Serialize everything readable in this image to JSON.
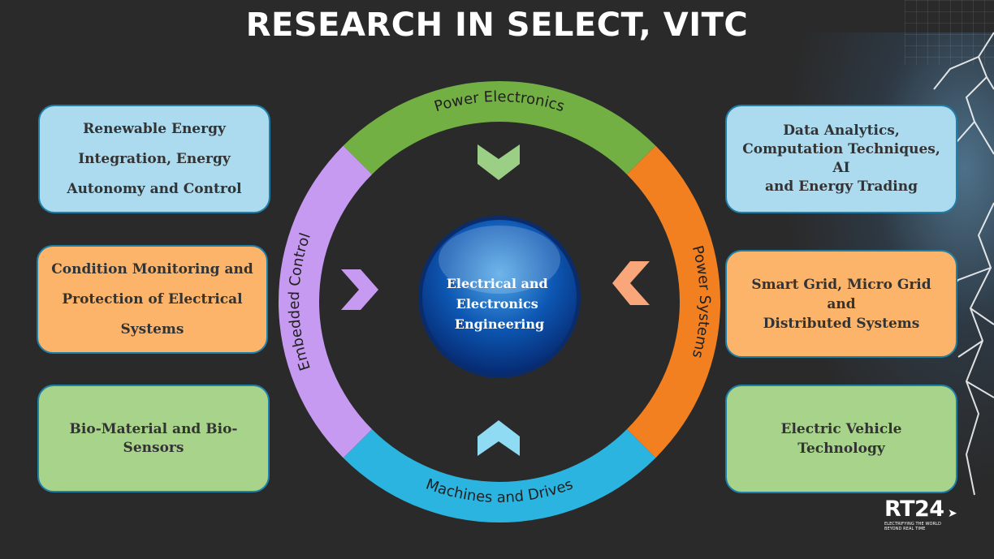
{
  "title": "RESEARCH IN SELECT, VITC",
  "center": [
    "Electrical and",
    "Electronics",
    "Engineering"
  ],
  "ring_segments": {
    "top": "Power Electronics",
    "right": "Power Systems",
    "bottom": "Machines and Drives",
    "left": "Embedded Control"
  },
  "colors": {
    "ring_top": "#72b043",
    "ring_right": "#f28021",
    "ring_bottom": "#2bb4e0",
    "ring_left": "#c79af1",
    "box_blue": "#acdaee",
    "box_orange": "#fbb46a",
    "box_green": "#a7d48a"
  },
  "left_boxes": [
    {
      "lines": [
        "Renewable Energy",
        "Integration, Energy",
        "Autonomy and Control"
      ],
      "color": "blue"
    },
    {
      "lines": [
        "Condition Monitoring and",
        "Protection of Electrical",
        "Systems"
      ],
      "color": "orange"
    },
    {
      "lines": [
        "Bio-Material and Bio-",
        "Sensors"
      ],
      "color": "green"
    }
  ],
  "right_boxes": [
    {
      "lines": [
        "Data Analytics,",
        "Computation Techniques, AI",
        "and Energy Trading"
      ],
      "color": "blue"
    },
    {
      "lines": [
        "Smart Grid, Micro Grid and",
        "Distributed Systems"
      ],
      "color": "orange"
    },
    {
      "lines": [
        "Electric Vehicle Technology"
      ],
      "color": "green"
    }
  ],
  "logo": {
    "main": "RT24",
    "sub_line1": "ELECTRIFYING THE WORLD",
    "sub_line2": "BEYOND REAL TIME"
  }
}
